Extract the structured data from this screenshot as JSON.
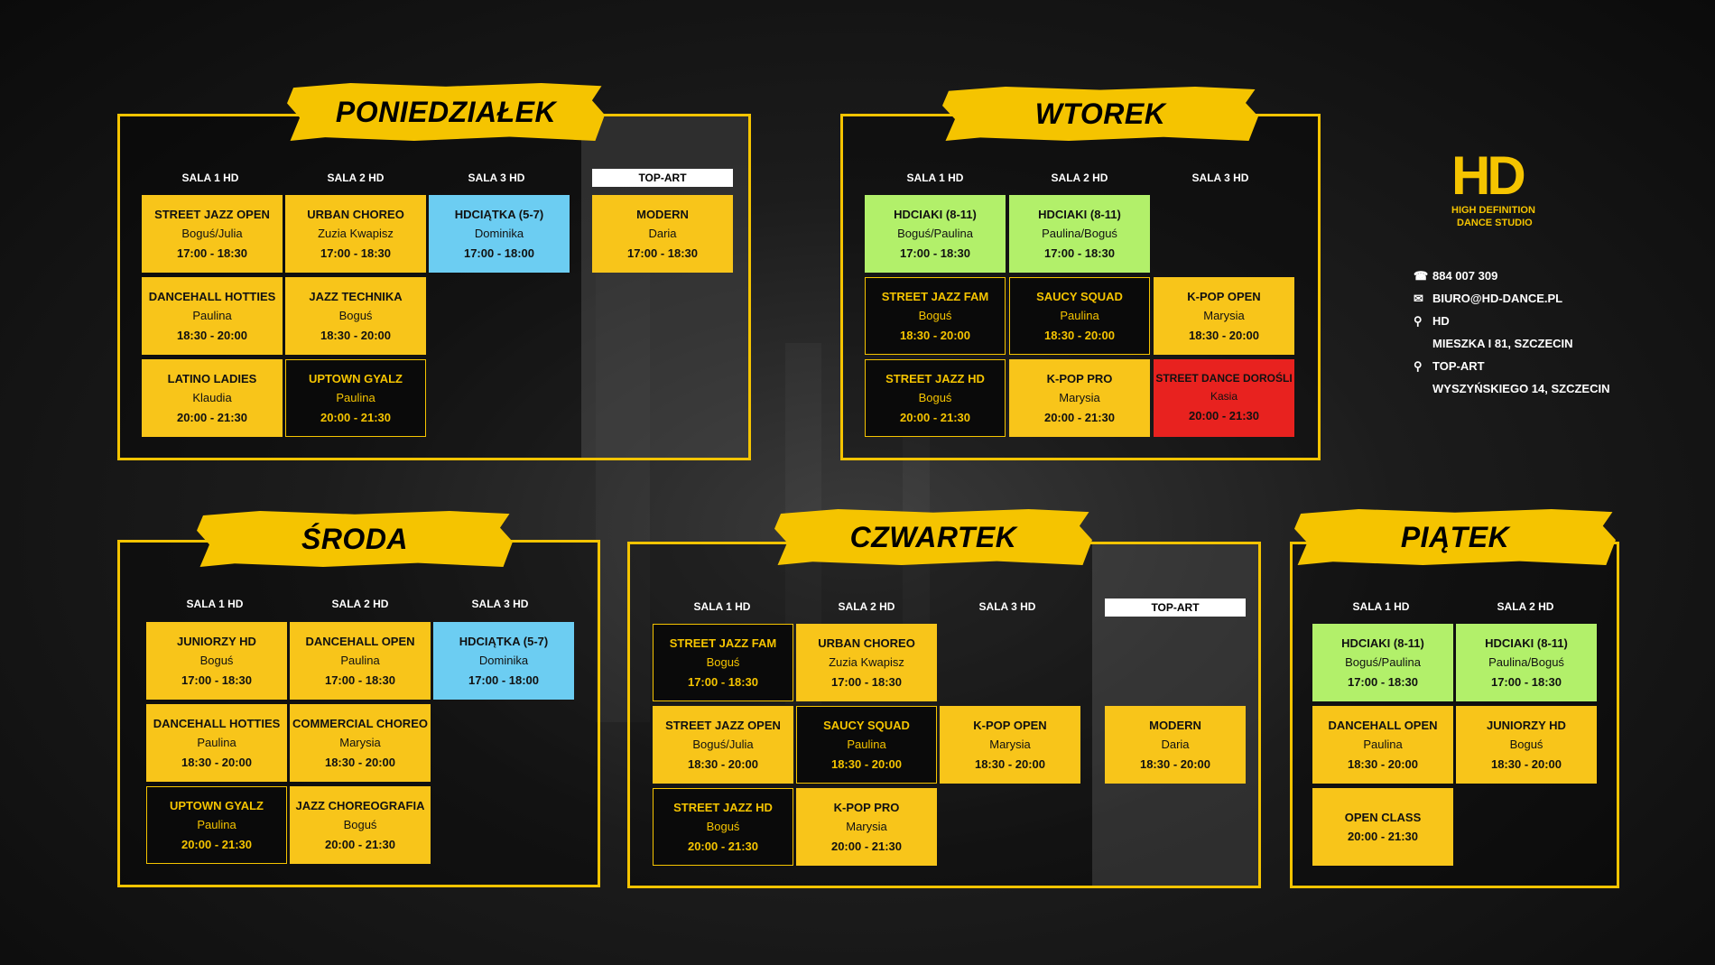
{
  "contact": {
    "phone": "884 007 309",
    "email": "BIURO@HD-DANCE.PL",
    "loc1_name": "HD",
    "loc1_addr": "MIESZKA I 81, SZCZECIN",
    "loc2_name": "TOP-ART",
    "loc2_addr": "WYSZYŃSKIEGO 14, SZCZECIN"
  },
  "logo": {
    "letters": "HD",
    "line1": "HIGH DEFINITION",
    "line2": "DANCE STUDIO"
  },
  "colors": {
    "accent": "#f5c400",
    "green": "#b2f06a",
    "blue": "#6ccdf2",
    "red": "#e8221f"
  },
  "days": [
    {
      "title": "PONIEDZIAŁEK",
      "rooms": [
        "SALA 1 HD",
        "SALA 2 HD",
        "SALA 3 HD",
        "TOP-ART"
      ],
      "classes": [
        {
          "name": "STREET JAZZ OPEN",
          "teacher": "Boguś/Julia",
          "time": "17:00 - 18:30"
        },
        {
          "name": "DANCEHALL HOTTIES",
          "teacher": "Paulina",
          "time": "18:30 - 20:00"
        },
        {
          "name": "LATINO LADIES",
          "teacher": "Klaudia",
          "time": "20:00 - 21:30"
        },
        {
          "name": "URBAN CHOREO",
          "teacher": "Zuzia Kwapisz",
          "time": "17:00 - 18:30"
        },
        {
          "name": "JAZZ TECHNIKA",
          "teacher": "Boguś",
          "time": "18:30 - 20:00"
        },
        {
          "name": "UPTOWN GYALZ",
          "teacher": "Paulina",
          "time": "20:00 - 21:30"
        },
        {
          "name": "HDCIĄTKA (5-7)",
          "teacher": "Dominika",
          "time": "17:00 - 18:00"
        },
        {
          "name": "MODERN",
          "teacher": "Daria",
          "time": "17:00 - 18:30"
        }
      ]
    },
    {
      "title": "WTOREK",
      "rooms": [
        "SALA 1 HD",
        "SALA 2 HD",
        "SALA 3 HD"
      ],
      "classes": [
        {
          "name": "HDCIAKI (8-11)",
          "teacher": "Boguś/Paulina",
          "time": "17:00 - 18:30"
        },
        {
          "name": "STREET JAZZ FAM",
          "teacher": "Boguś",
          "time": "18:30 - 20:00"
        },
        {
          "name": "STREET JAZZ HD",
          "teacher": "Boguś",
          "time": "20:00 - 21:30"
        },
        {
          "name": "HDCIAKI (8-11)",
          "teacher": "Paulina/Boguś",
          "time": "17:00 - 18:30"
        },
        {
          "name": "SAUCY SQUAD",
          "teacher": "Paulina",
          "time": "18:30 - 20:00"
        },
        {
          "name": "K-POP PRO",
          "teacher": "Marysia",
          "time": "20:00 - 21:30"
        },
        {
          "name": "K-POP OPEN",
          "teacher": "Marysia",
          "time": "18:30 - 20:00"
        },
        {
          "name": "STREET DANCE DOROŚLI",
          "teacher": "Kasia",
          "time": "20:00 - 21:30"
        }
      ]
    },
    {
      "title": "ŚRODA",
      "rooms": [
        "SALA 1 HD",
        "SALA 2 HD",
        "SALA 3 HD"
      ],
      "classes": [
        {
          "name": "JUNIORZY HD",
          "teacher": "Boguś",
          "time": "17:00 - 18:30"
        },
        {
          "name": "DANCEHALL HOTTIES",
          "teacher": "Paulina",
          "time": "18:30 - 20:00"
        },
        {
          "name": "UPTOWN GYALZ",
          "teacher": "Paulina",
          "time": "20:00 - 21:30"
        },
        {
          "name": "DANCEHALL OPEN",
          "teacher": "Paulina",
          "time": "17:00 - 18:30"
        },
        {
          "name": "COMMERCIAL CHOREO",
          "teacher": "Marysia",
          "time": "18:30 - 20:00"
        },
        {
          "name": "JAZZ CHOREOGRAFIA",
          "teacher": "Boguś",
          "time": "20:00 - 21:30"
        },
        {
          "name": "HDCIĄTKA (5-7)",
          "teacher": "Dominika",
          "time": "17:00 - 18:00"
        }
      ]
    },
    {
      "title": "CZWARTEK",
      "rooms": [
        "SALA 1 HD",
        "SALA 2 HD",
        "SALA 3 HD",
        "TOP-ART"
      ],
      "classes": [
        {
          "name": "STREET JAZZ FAM",
          "teacher": "Boguś",
          "time": "17:00 - 18:30"
        },
        {
          "name": "STREET JAZZ OPEN",
          "teacher": "Boguś/Julia",
          "time": "18:30 - 20:00"
        },
        {
          "name": "STREET JAZZ HD",
          "teacher": "Boguś",
          "time": "20:00 - 21:30"
        },
        {
          "name": "URBAN CHOREO",
          "teacher": "Zuzia Kwapisz",
          "time": "17:00 - 18:30"
        },
        {
          "name": "SAUCY SQUAD",
          "teacher": "Paulina",
          "time": "18:30 - 20:00"
        },
        {
          "name": "K-POP PRO",
          "teacher": "Marysia",
          "time": "20:00 - 21:30"
        },
        {
          "name": "K-POP OPEN",
          "teacher": "Marysia",
          "time": "18:30 - 20:00"
        },
        {
          "name": "MODERN",
          "teacher": "Daria",
          "time": "18:30 - 20:00"
        }
      ]
    },
    {
      "title": "PIĄTEK",
      "rooms": [
        "SALA 1 HD",
        "SALA 2 HD"
      ],
      "classes": [
        {
          "name": "HDCIAKI (8-11)",
          "teacher": "Boguś/Paulina",
          "time": "17:00 - 18:30"
        },
        {
          "name": "DANCEHALL OPEN",
          "teacher": "Paulina",
          "time": "18:30 - 20:00"
        },
        {
          "name": "OPEN CLASS",
          "teacher": "",
          "time": "20:00 - 21:30"
        },
        {
          "name": "HDCIAKI (8-11)",
          "teacher": "Paulina/Boguś",
          "time": "17:00 - 18:30"
        },
        {
          "name": "JUNIORZY HD",
          "teacher": "Boguś",
          "time": "18:30 - 20:00"
        }
      ]
    }
  ]
}
